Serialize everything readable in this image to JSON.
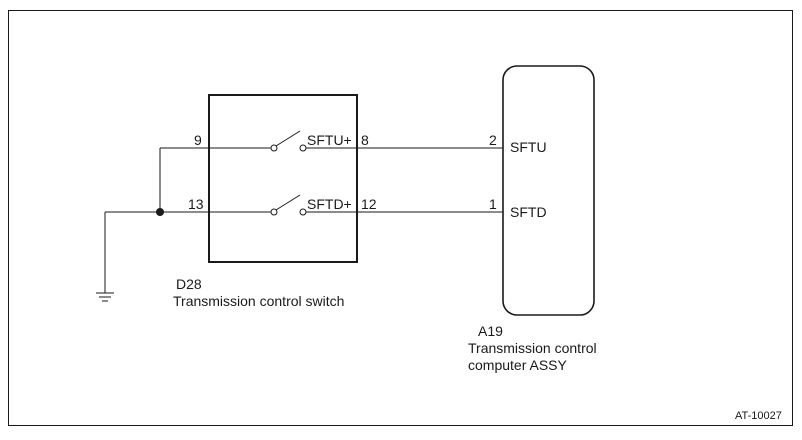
{
  "switch_component": {
    "code": "D28",
    "name": "Transmission control switch",
    "pins": [
      {
        "number": "9",
        "signal": "SFTU+",
        "out_number": "8"
      },
      {
        "number": "13",
        "signal": "SFTD+",
        "out_number": "12"
      }
    ]
  },
  "computer_component": {
    "code": "A19",
    "name_line1": "Transmission control",
    "name_line2": "computer ASSY",
    "pins": [
      {
        "number": "2",
        "signal": "SFTU"
      },
      {
        "number": "1",
        "signal": "SFTD"
      }
    ]
  },
  "figure_ref": "AT-10027",
  "colors": {
    "line": "#1a1a1a",
    "background": "#ffffff"
  }
}
